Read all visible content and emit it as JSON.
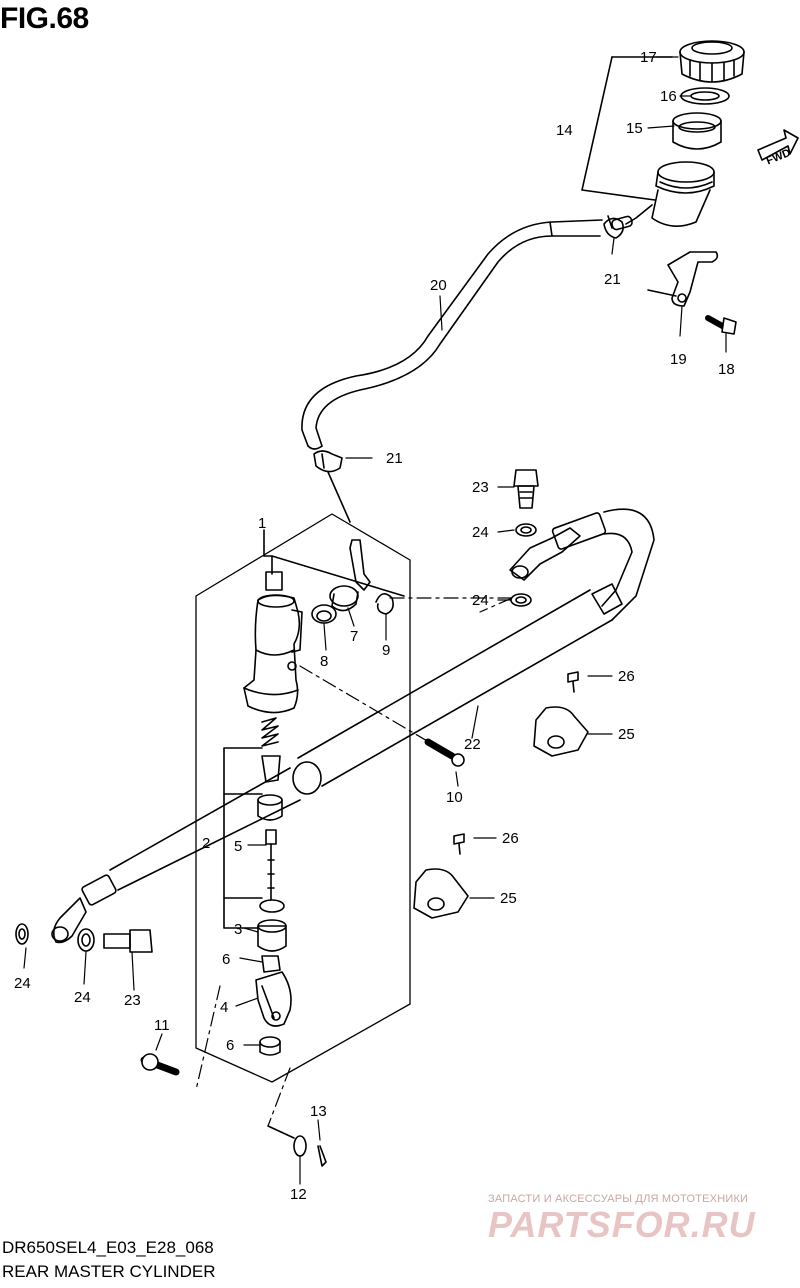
{
  "figure": {
    "title": "FIG.68",
    "code": "DR650SEL4_E03_E28_068",
    "subtitle": "REAR MASTER CYLINDER"
  },
  "fwd_label": "FWD",
  "watermark": {
    "top": "ЗАПАСТИ И АКСЕССУАРЫ ДЛЯ МОТОТЕХНИКИ",
    "main": "PARTSFOR.RU"
  },
  "callouts": [
    "17",
    "16",
    "15",
    "14",
    "21",
    "20",
    "19",
    "18",
    "21",
    "23",
    "24",
    "24",
    "1",
    "7",
    "8",
    "9",
    "22",
    "26",
    "25",
    "10",
    "2",
    "5",
    "3",
    "26",
    "25",
    "24",
    "24",
    "23",
    "6",
    "4",
    "6",
    "11",
    "13",
    "12"
  ],
  "colors": {
    "line": "#000000",
    "watermark": "#e9c4c4"
  }
}
